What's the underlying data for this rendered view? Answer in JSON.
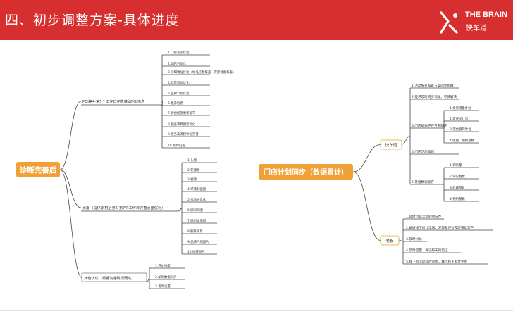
{
  "header": {
    "title": "四、初步调整方案-具体进度",
    "brand_name": "THE BRAIN",
    "brand_sub": "快车道",
    "color": "#d72f2f"
  },
  "left_map": {
    "root": "诊断完善后",
    "branches": [
      {
        "label": "POI第4-第5个工作日完善基础POI信息",
        "items": [
          "1.门店名字优化",
          "2.副店名优化",
          "3.详细地址优化（地址信息核查、实际地图核查）",
          "4.标签添加优化",
          "5.品牌介绍优化",
          "6.推荐信息",
          "7.优惠促销更新发布",
          "8.服务项目更新优化",
          "9.服务及流程优化完善",
          "10.预约设置"
        ]
      },
      {
        "label": "页面（提供素材后第6-第7个工作日完善页面优化）",
        "items": [
          "1.头图",
          "2.轮播图",
          "3.视频",
          "4.环境封面图",
          "5.作品秀优化",
          "6.顾问头图",
          "7.顾问详情图",
          "8.服务项目",
          "9.品牌介绍图片",
          "10.推荐图片"
        ]
      },
      {
        "label": "其他优化（根据沟通情况而定）",
        "items": [
          "1.评论维度",
          "2.加微数据同步",
          "3.咨询设置"
        ]
      }
    ]
  },
  "right_map": {
    "root": "门店计划同步（数据累计）",
    "branches": [
      {
        "label": "快车道",
        "items": [
          {
            "label": "1.活动报名和置方案同步到群"
          },
          {
            "label": "2.差评及时同步到群，尽快解决"
          },
          {
            "label": "3.门店数据把控方向制定",
            "children": [
              "1.金月销量计划",
              "2.定评论计划",
              "3.定金额转计划",
              "4.收藏、预约基数"
            ]
          },
          {
            "label": "4.门店活动策划"
          },
          {
            "label": "5.基础数据留存",
            "children": [
              "1.到访量",
              "2.评论基数",
              "3.收藏基数",
              "4.预约基数"
            ]
          }
        ]
      },
      {
        "label": "老板",
        "items": [
          {
            "label": "1.及时讨论活动的参与性"
          },
          {
            "label": "2.做好线下统计工作，发现差评处及时筛选客户"
          },
          {
            "label": "3.及时讨论"
          },
          {
            "label": "4.及时提醒、保证每天的验证"
          },
          {
            "label": "5.线下有活动及时同步，线上线下配合完善"
          }
        ]
      }
    ]
  },
  "style": {
    "orange": "#f0a035",
    "line": "#444444"
  }
}
